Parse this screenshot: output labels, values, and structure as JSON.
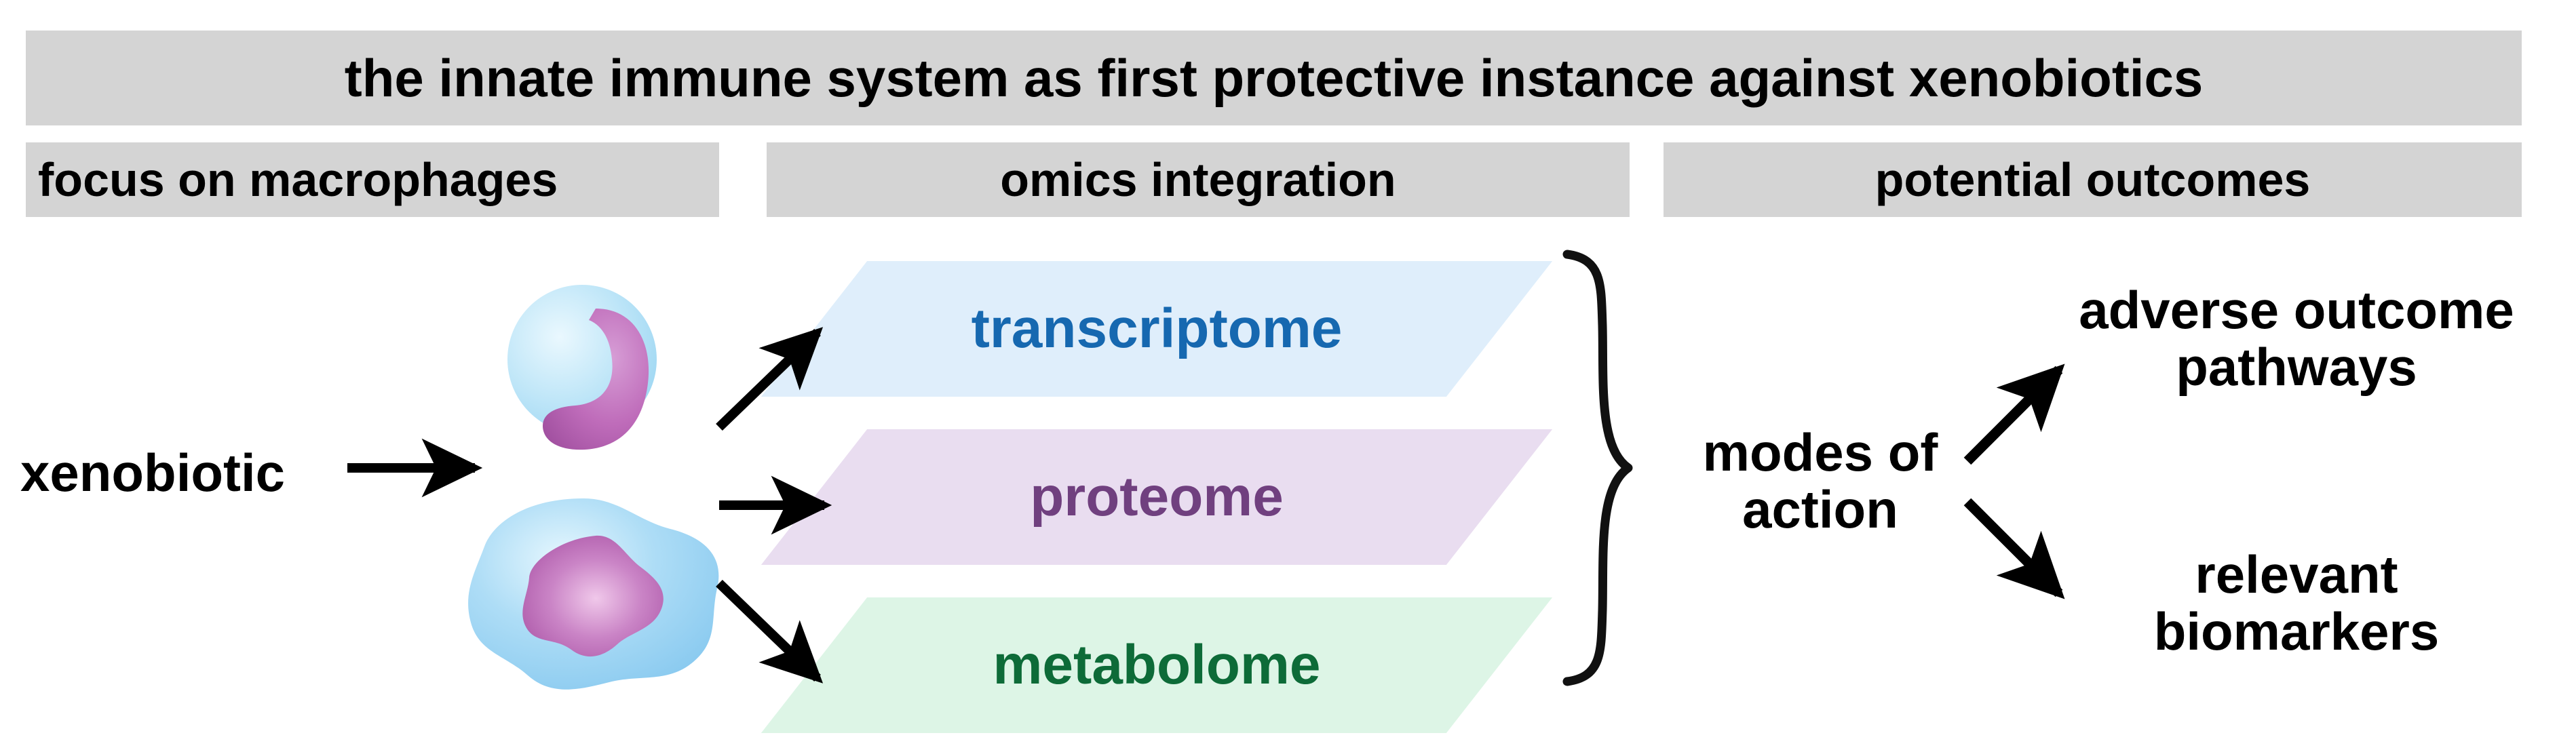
{
  "figure": {
    "title": "the innate immune system as first protective instance against xenobiotics",
    "background_color": "#ffffff",
    "banner_color": "#d4d4d4"
  },
  "columns": {
    "left_header": "focus on macrophages",
    "middle_header": "omics integration",
    "right_header": "potential outcomes"
  },
  "left_panel": {
    "input_label": "xenobiotic",
    "cells": [
      {
        "name": "monocyte",
        "cytoplasm_color": "#a8dcf5",
        "nucleus_color": "#b45fae",
        "nucleus_shape": "bean"
      },
      {
        "name": "macrophage",
        "cytoplasm_color": "#8ecdf2",
        "nucleus_color": "#b259ab",
        "nucleus_shape": "star"
      }
    ]
  },
  "omics_layers": [
    {
      "label": "transcriptome",
      "text_color": "#1668b0",
      "fill_color": "#dfeefb"
    },
    {
      "label": "proteome",
      "text_color": "#70407f",
      "fill_color": "#e9ddf0"
    },
    {
      "label": "metabolome",
      "text_color": "#0d6b38",
      "fill_color": "#ddf5e6"
    }
  ],
  "integration": {
    "brace_label_line1": "modes of",
    "brace_label_line2": "action"
  },
  "outcomes": [
    {
      "line1": "adverse outcome",
      "line2": "pathways"
    },
    {
      "line1": "relevant",
      "line2": "biomarkers"
    }
  ],
  "arrows": {
    "xenobiotic_to_cells": "right-arrow",
    "cells_to_transcriptome": "up-right-arrow",
    "cells_to_proteome": "right-arrow",
    "cells_to_metabolome": "down-right-arrow",
    "moa_to_aop": "up-right-arrow",
    "moa_to_biomarkers": "down-right-arrow"
  }
}
